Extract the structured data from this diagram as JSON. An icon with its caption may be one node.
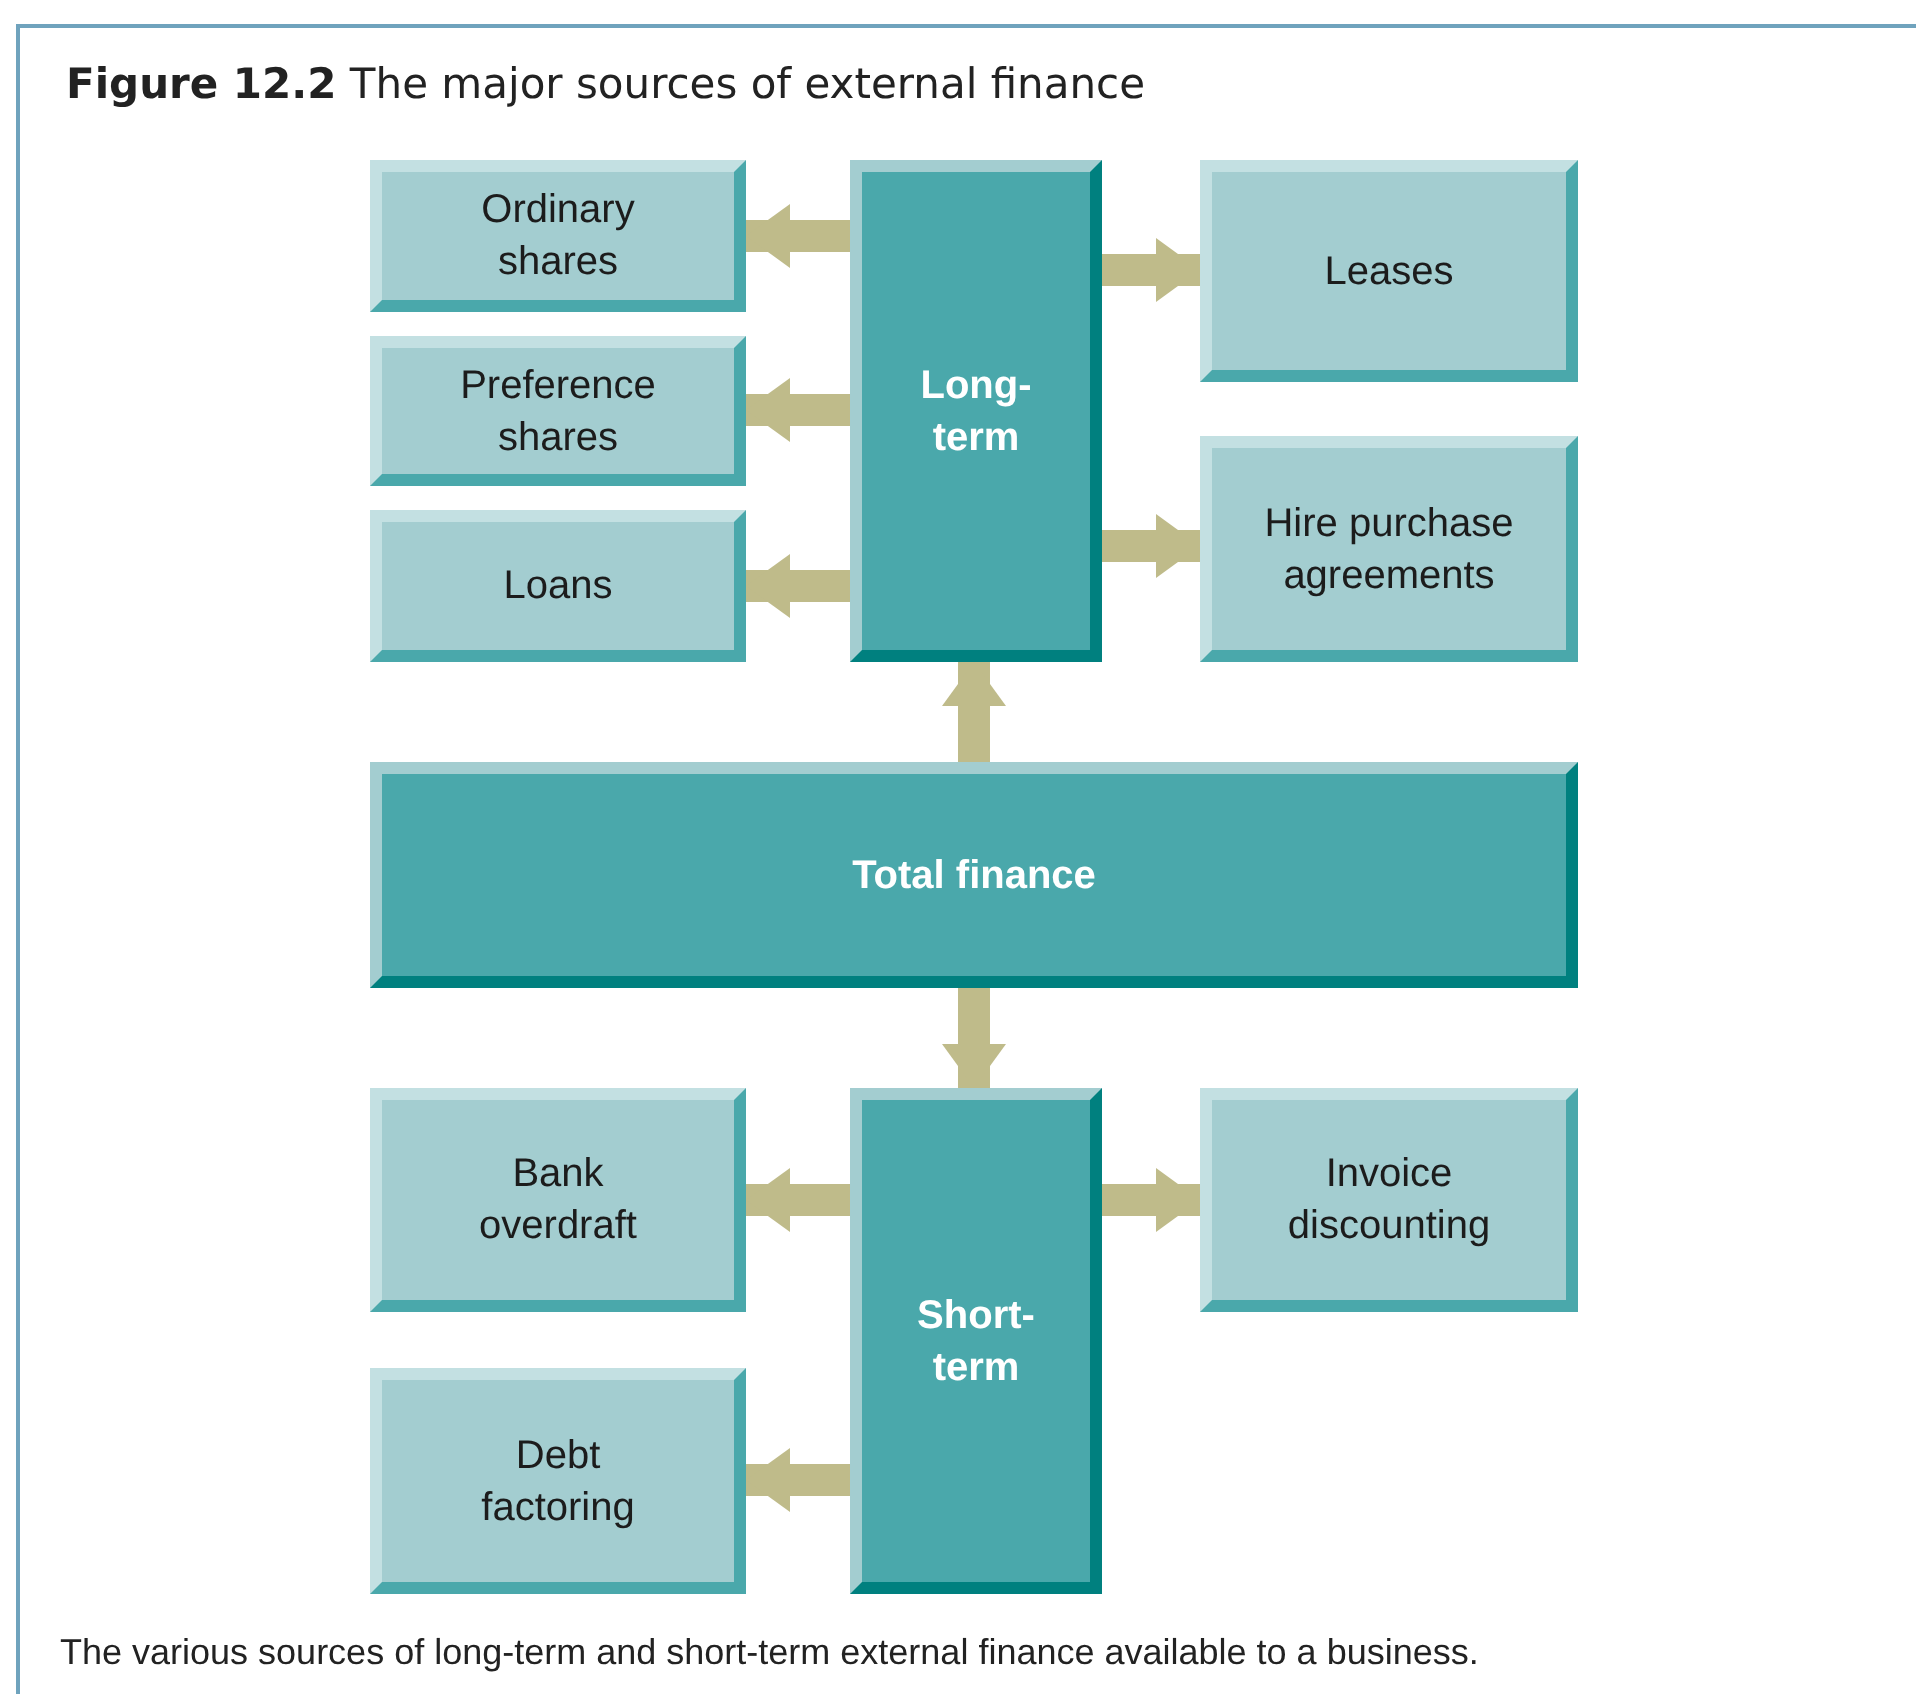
{
  "diagram": {
    "title": "**Figure 12.2** The major sources of external finance",
    "caption": "The various sources of long-term and short-term external finance available to a business.",
    "nodes": [
      {
        "text": [
          "Ordinary shares"
        ]
      },
      {
        "text": [
          "Long-term"
        ]
      },
      {
        "text": [
          "Leases"
        ]
      },
      {
        "text": [
          "Preference shares"
        ]
      },
      {
        "text": [
          "Hire purchase agreements"
        ]
      },
      {
        "text": [
          "Loans"
        ]
      },
      {
        "text": [
          "Total finance"
        ]
      },
      {
        "text": [
          "Bank overdraft"
        ]
      },
      {
        "text": [
          "Short-term"
        ]
      },
      {
        "text": [
          "Invoice discounting"
        ]
      },
      {
        "text": [
          "Debt factoring"
        ]
      }
    ],
    "edges": [
      {
        "from": 1,
        "to": 0,
        "arrow": "to"
      },
      {
        "from": 1,
        "to": 3,
        "arrow": "to"
      },
      {
        "from": 1,
        "to": 5,
        "arrow": "to"
      },
      {
        "from": 1,
        "to": 2,
        "arrow": "to"
      },
      {
        "from": 1,
        "to": 4,
        "arrow": "to"
      },
      {
        "from": 6,
        "to": 1,
        "arrow": "to"
      },
      {
        "from": 6,
        "to": 8,
        "arrow": "to"
      },
      {
        "from": 8,
        "to": 7,
        "arrow": "to"
      },
      {
        "from": 8,
        "to": 9,
        "arrow": "to"
      },
      {
        "from": 8,
        "to": 10,
        "arrow": "to"
      }
    ]
  }
}
